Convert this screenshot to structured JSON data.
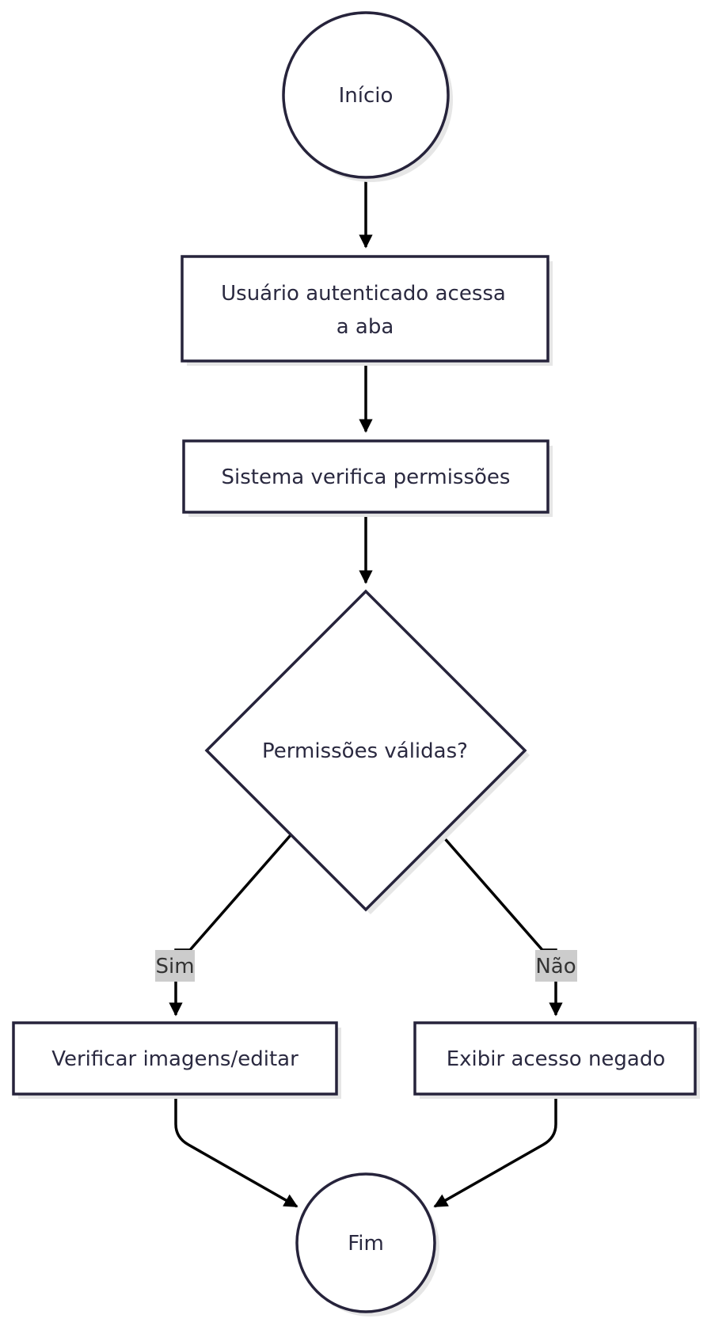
{
  "diagram": {
    "type": "flowchart",
    "colors": {
      "node_stroke": "#26233b",
      "node_fill": "#ffffff",
      "shadow": "#e6e6e6",
      "text": "#2a2940",
      "edge": "#000000",
      "edge_label_bg": "#cccccc"
    },
    "nodes": {
      "start": {
        "shape": "circle",
        "label": "Início"
      },
      "access": {
        "shape": "rect",
        "label_lines": [
          "Usuário autenticado acessa",
          "a aba"
        ]
      },
      "verify": {
        "shape": "rect",
        "label": "Sistema verifica permissões"
      },
      "decision": {
        "shape": "diamond",
        "label": "Permissões válidas?"
      },
      "images": {
        "shape": "rect",
        "label": "Verificar imagens/editar"
      },
      "denied": {
        "shape": "rect",
        "label": "Exibir acesso negado"
      },
      "end": {
        "shape": "circle",
        "label": "Fim"
      }
    },
    "edges": [
      {
        "from": "start",
        "to": "access",
        "label": ""
      },
      {
        "from": "access",
        "to": "verify",
        "label": ""
      },
      {
        "from": "verify",
        "to": "decision",
        "label": ""
      },
      {
        "from": "decision",
        "to": "images",
        "label": "Sim"
      },
      {
        "from": "decision",
        "to": "denied",
        "label": "Não"
      },
      {
        "from": "images",
        "to": "end",
        "label": ""
      },
      {
        "from": "denied",
        "to": "end",
        "label": ""
      }
    ]
  }
}
